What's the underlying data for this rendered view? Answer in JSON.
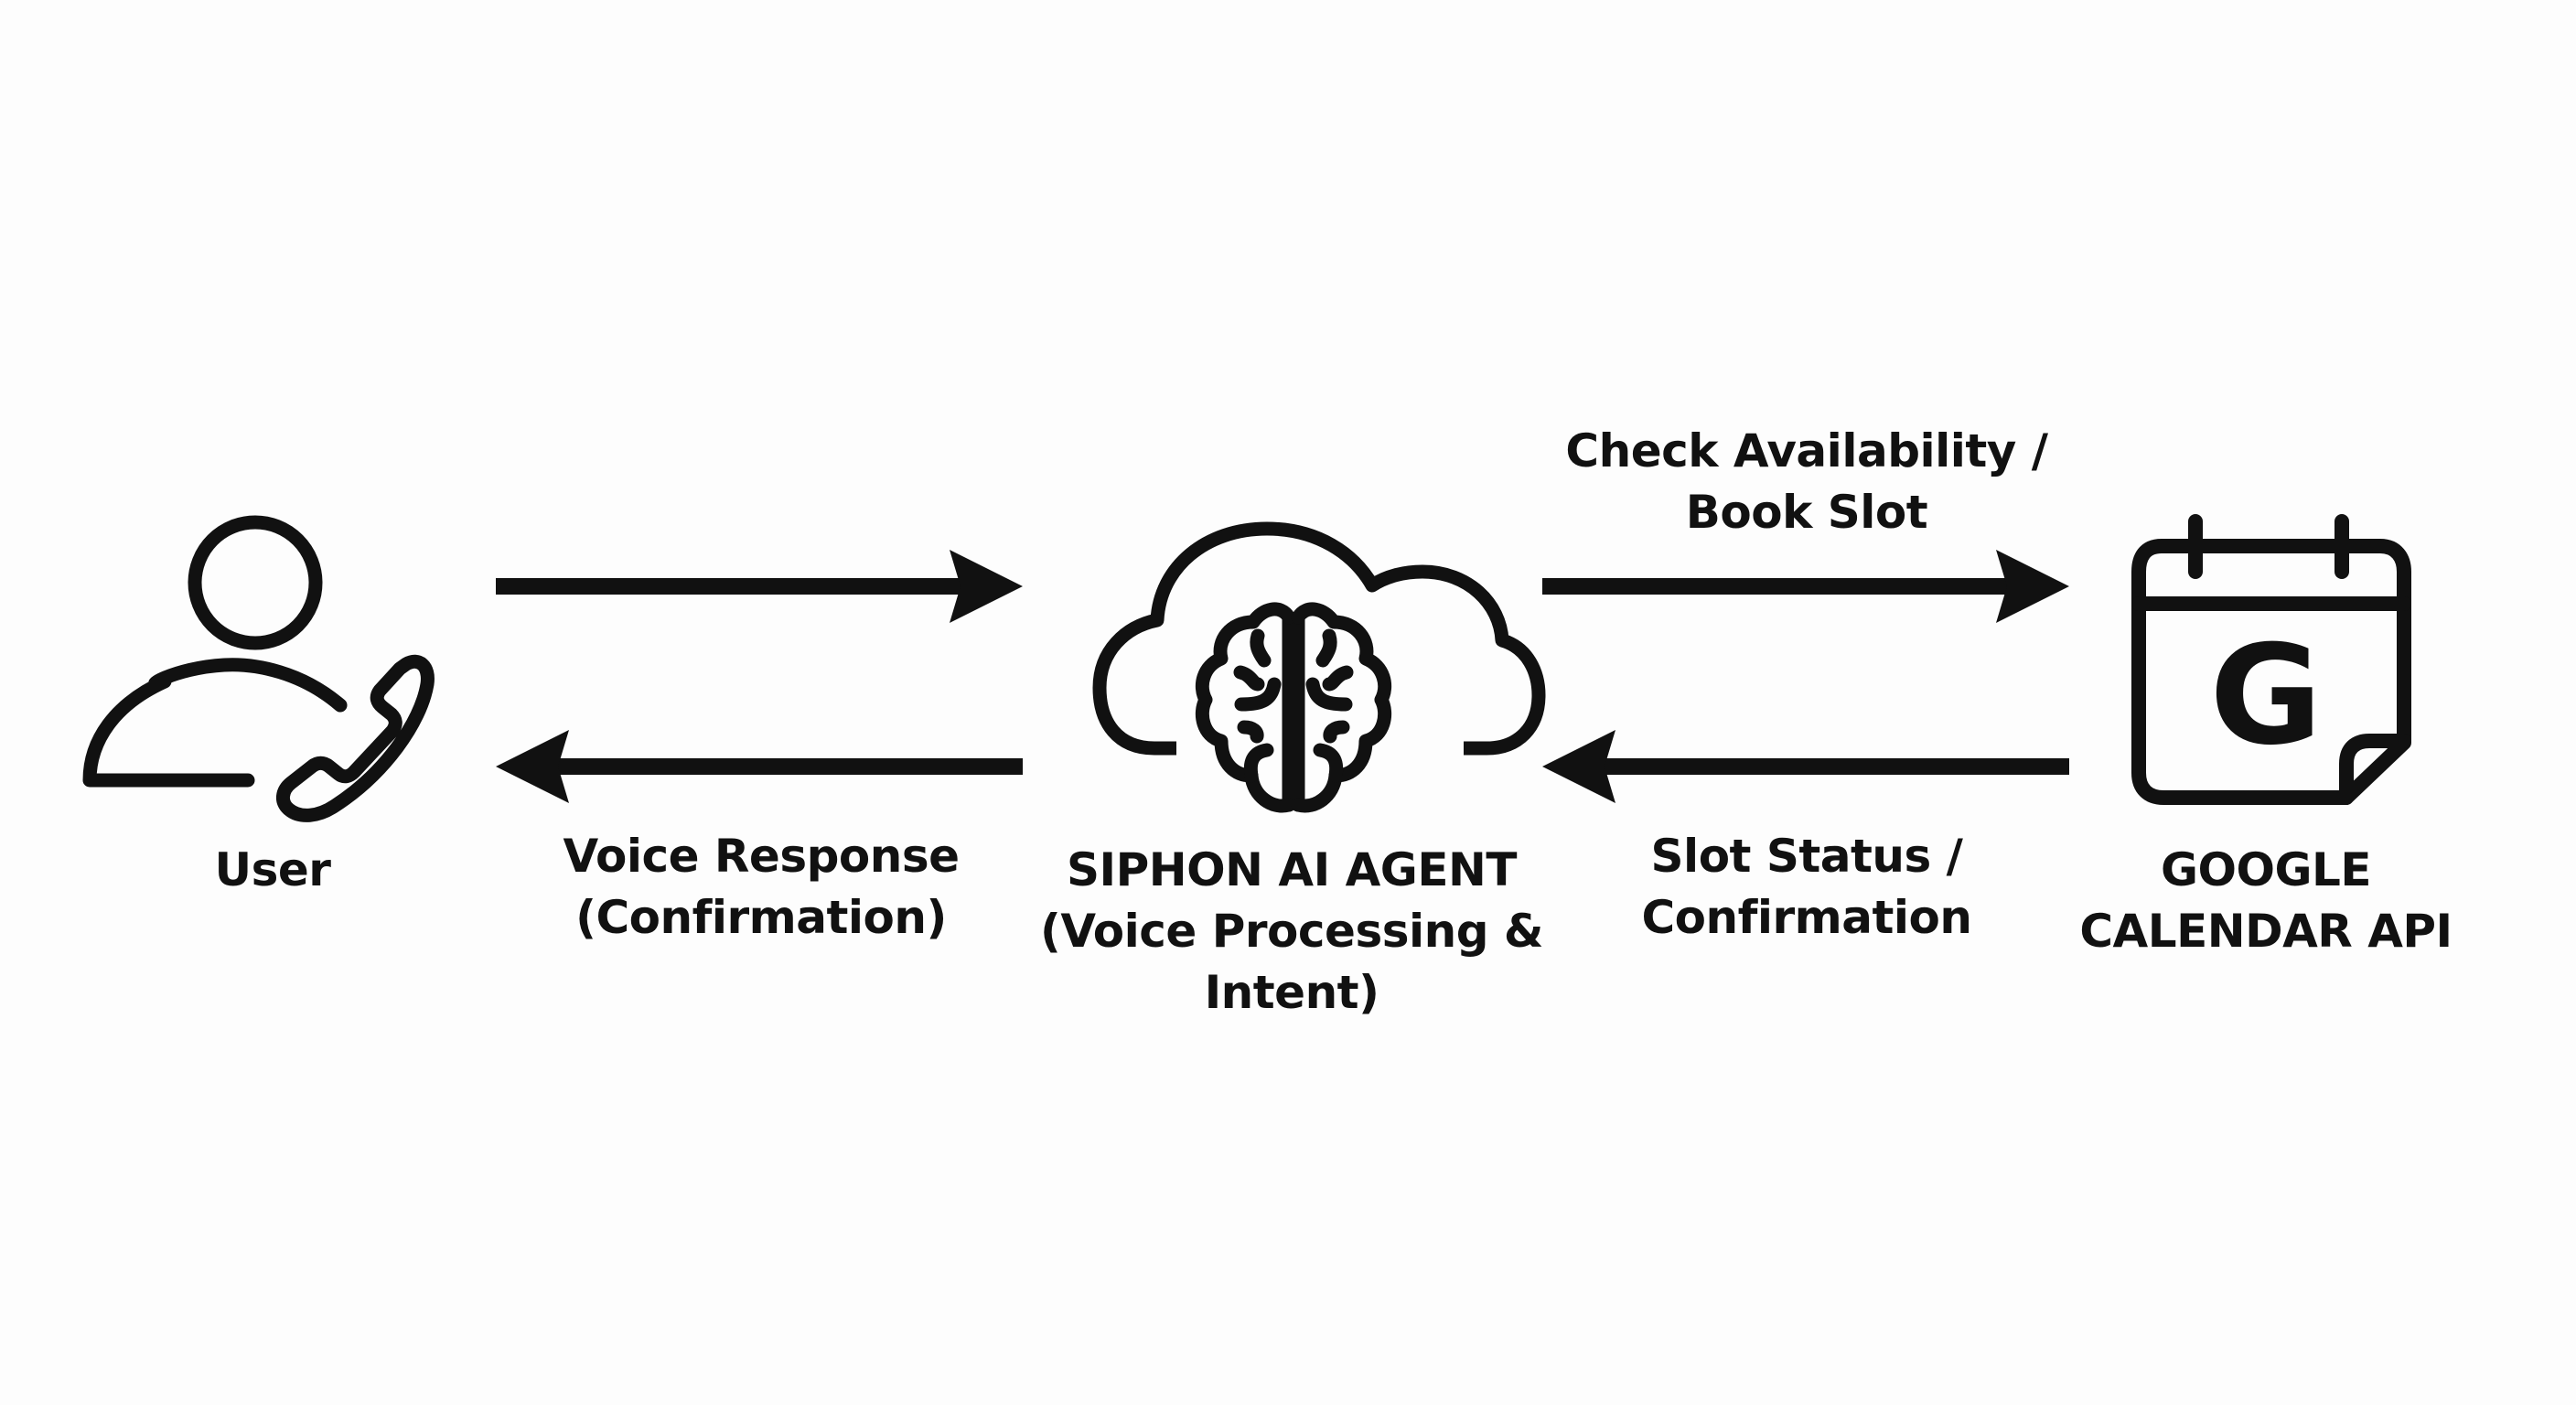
{
  "diagram": {
    "type": "flow",
    "nodes": [
      {
        "id": "user",
        "icon": "user-with-phone-icon",
        "label_lines": [
          "User"
        ]
      },
      {
        "id": "agent",
        "icon": "cloud-brain-icon",
        "label_lines": [
          "SIPHON AI AGENT",
          "(Voice Processing &",
          "Intent)"
        ]
      },
      {
        "id": "calendar",
        "icon": "google-calendar-icon",
        "icon_letter": "G",
        "label_lines": [
          "GOOGLE",
          "CALENDAR API"
        ]
      }
    ],
    "edges": [
      {
        "id": "user-to-agent",
        "from": "user",
        "to": "agent",
        "direction": "right",
        "label_lines": []
      },
      {
        "id": "agent-to-user",
        "from": "agent",
        "to": "user",
        "direction": "left",
        "label_lines": [
          "Voice Response",
          "(Confirmation)"
        ]
      },
      {
        "id": "agent-to-calendar",
        "from": "agent",
        "to": "calendar",
        "direction": "right",
        "label_lines": [
          "Check Availability /",
          "Book Slot"
        ]
      },
      {
        "id": "calendar-to-agent",
        "from": "calendar",
        "to": "agent",
        "direction": "left",
        "label_lines": [
          "Slot Status /",
          "Confirmation"
        ]
      }
    ]
  },
  "colors": {
    "ink": "#111111",
    "background": "#fdfdfd"
  }
}
